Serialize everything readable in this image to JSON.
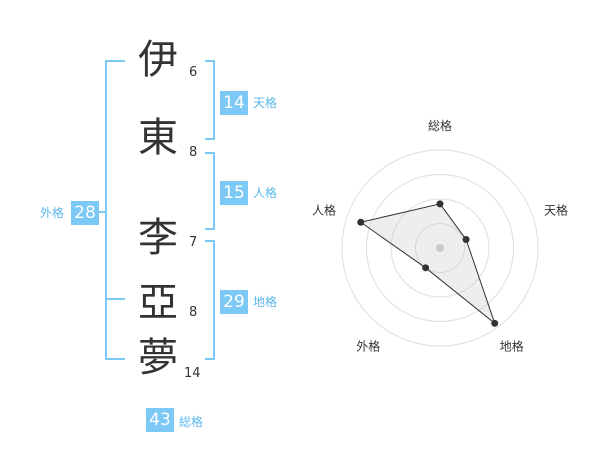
{
  "colors": {
    "accent": "#7cc9f5",
    "accent_text": "#5bb8ec",
    "badge_text": "#ffffff"
  },
  "name": {
    "characters": [
      {
        "char": "伊",
        "strokes": "6"
      },
      {
        "char": "東",
        "strokes": "8"
      },
      {
        "char": "李",
        "strokes": "7"
      },
      {
        "char": "亞",
        "strokes": "8"
      },
      {
        "char": "夢",
        "strokes": "14"
      }
    ]
  },
  "kaku": {
    "tenkaku": {
      "label": "天格",
      "value": "14"
    },
    "jinkaku": {
      "label": "人格",
      "value": "15"
    },
    "chikaku": {
      "label": "地格",
      "value": "29"
    },
    "gaikaku": {
      "label": "外格",
      "value": "28"
    },
    "soukaku": {
      "label": "総格",
      "value": "43"
    }
  },
  "chart_data": {
    "type": "radar",
    "axes": [
      "総格",
      "天格",
      "地格",
      "外格",
      "人格"
    ],
    "values": [
      0.45,
      0.28,
      0.95,
      0.25,
      0.85
    ],
    "rings": 4,
    "max": 1
  }
}
